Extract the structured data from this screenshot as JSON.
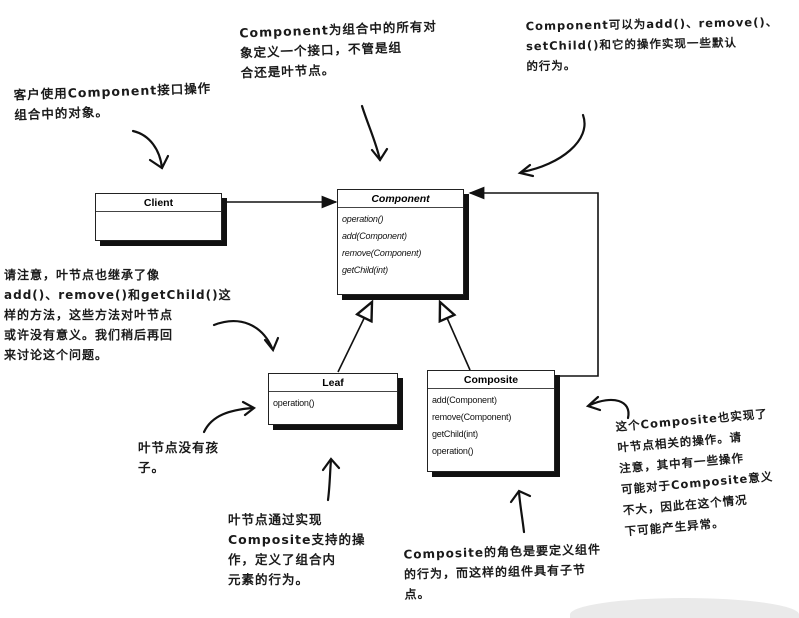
{
  "notes": {
    "client_note": "客户使用Component接口操作\n组合中的对象。",
    "component_note": "Component为组合中的所有对\n象定义一个接口，不管是组\n合还是叶节点。",
    "default_behavior_note": "Component可以为add()、remove()、\nsetChild()和它的操作实现一些默认\n的行为。",
    "leaf_inherits_note": "请注意，叶节点也继承了像\nadd()、remove()和getChild()这\n样的方法，这些方法对叶节点\n或许没有意义。我们稍后再回\n来讨论这个问题。",
    "leaf_no_children_note": "叶节点没有孩\n子。",
    "leaf_defines_note": "叶节点通过实现\nComposite支持的操\n作，定义了组合内\n元素的行为。",
    "composite_role_note": "Composite的角色是要定义组件\n的行为，而这样的组件具有子节\n点。",
    "composite_implements_note": "这个Composite也实现了\n叶节点相关的操作。请\n注意，其中有一些操作\n可能对于Composite意义\n不大，因此在这个情况\n下可能产生异常。"
  },
  "classes": {
    "client": {
      "name": "Client",
      "operations": []
    },
    "component": {
      "name": "Component",
      "operations": [
        "operation()",
        "add(Component)",
        "remove(Component)",
        "getChild(int)"
      ]
    },
    "leaf": {
      "name": "Leaf",
      "operations": [
        "operation()"
      ]
    },
    "composite": {
      "name": "Composite",
      "operations": [
        "add(Component)",
        "remove(Component)",
        "getChild(int)",
        "operation()"
      ]
    }
  },
  "colors": {
    "ink": "#1a1a1a",
    "blob": "#eaeaea"
  }
}
